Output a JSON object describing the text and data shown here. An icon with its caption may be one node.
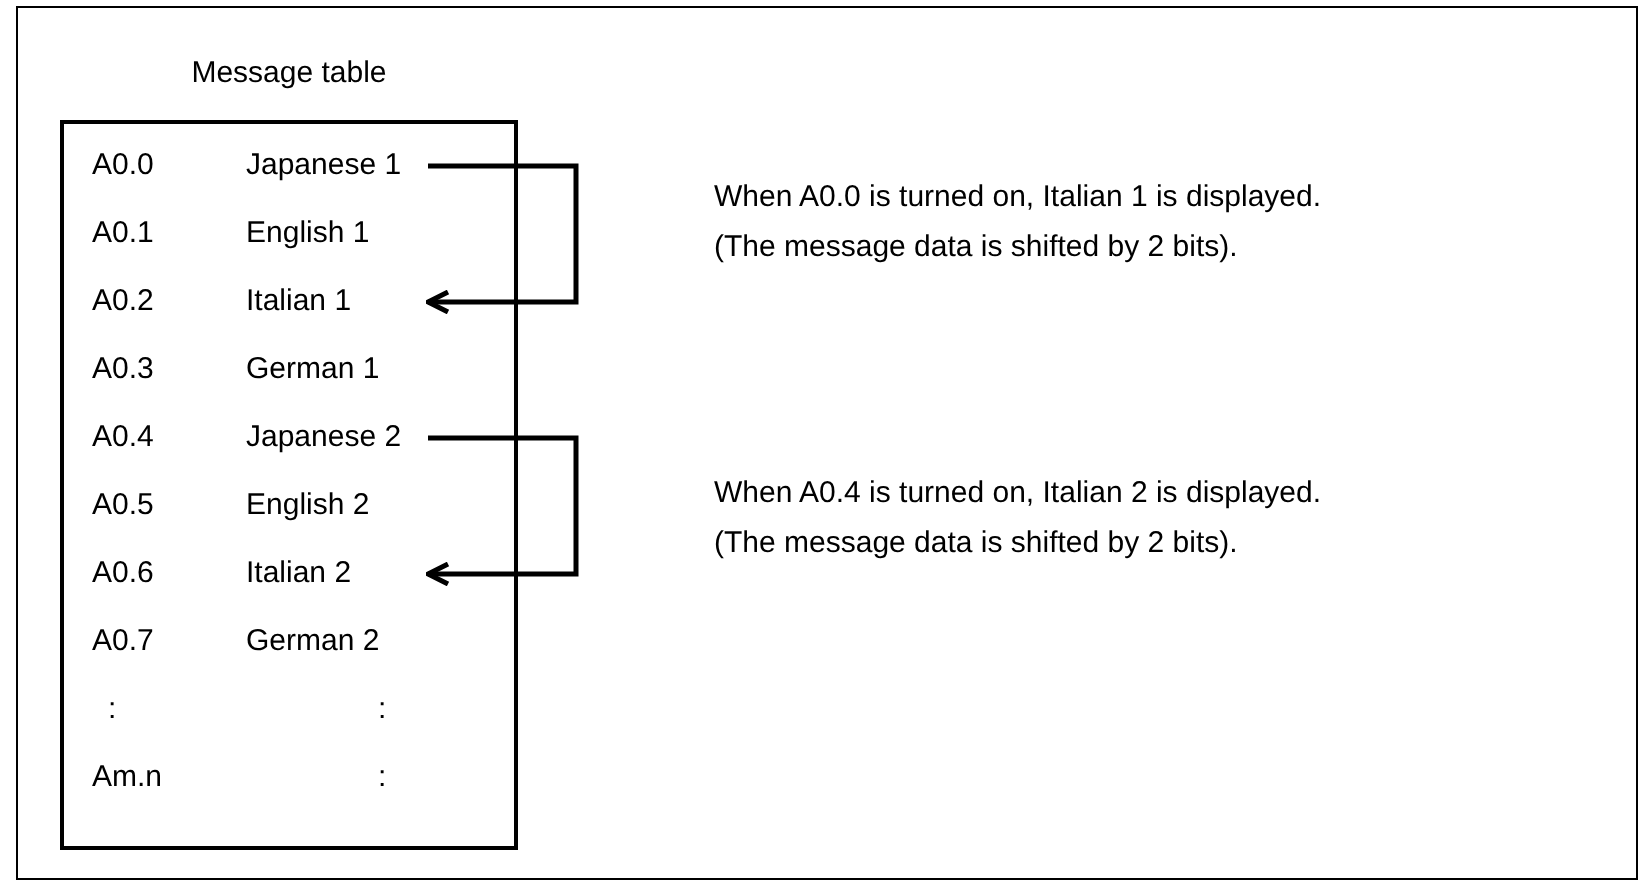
{
  "diagram": {
    "nodes": [
      {
        "text": [
          "Message table"
        ]
      },
      {
        "text": [
          "A0.0",
          "Japanese 1"
        ],
        "in": 0
      },
      {
        "text": [
          "A0.1",
          "English 1"
        ],
        "in": 0
      },
      {
        "text": [
          "A0.2",
          "Italian 1"
        ],
        "in": 0
      },
      {
        "text": [
          "A0.3",
          "German 1"
        ],
        "in": 0
      },
      {
        "text": [
          "A0.4",
          "Japanese 2"
        ],
        "in": 0
      },
      {
        "text": [
          "A0.5",
          "English 2"
        ],
        "in": 0
      },
      {
        "text": [
          "A0.6",
          "Italian 2"
        ],
        "in": 0
      },
      {
        "text": [
          "A0.7",
          "German 2"
        ],
        "in": 0
      },
      {
        "text": [
          ":",
          ":"
        ],
        "in": 0
      },
      {
        "text": [
          "Am.n",
          ":"
        ],
        "in": 0
      }
    ],
    "edges": [
      {
        "from": 1,
        "to": 3,
        "arrow": "to"
      },
      {
        "from": 5,
        "to": 7,
        "arrow": "to"
      }
    ],
    "labels": [
      "When A0.0 is turned on, Italian 1 is displayed.",
      "(The message data is shifted by 2 bits).",
      "When A0.4 is turned on, Italian 2 is displayed.",
      "(The message data is shifted by 2 bits)."
    ]
  }
}
